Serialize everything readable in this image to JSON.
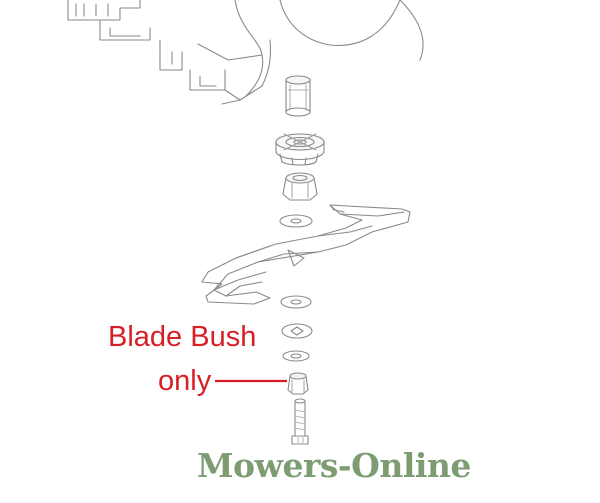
{
  "diagram": {
    "callout": {
      "line1": "Blade Bush",
      "line2": "only",
      "color": "#d81f26"
    },
    "parts": [
      "deck-housing",
      "upper-spacer",
      "pulley-hub",
      "adapter",
      "upper-washer",
      "cutting-blade",
      "lower-washer",
      "diamond-washer",
      "spring-washer",
      "blade-bush",
      "blade-bolt"
    ]
  },
  "watermark": {
    "text": "Mowers-Online",
    "color": "#7e9c72"
  }
}
